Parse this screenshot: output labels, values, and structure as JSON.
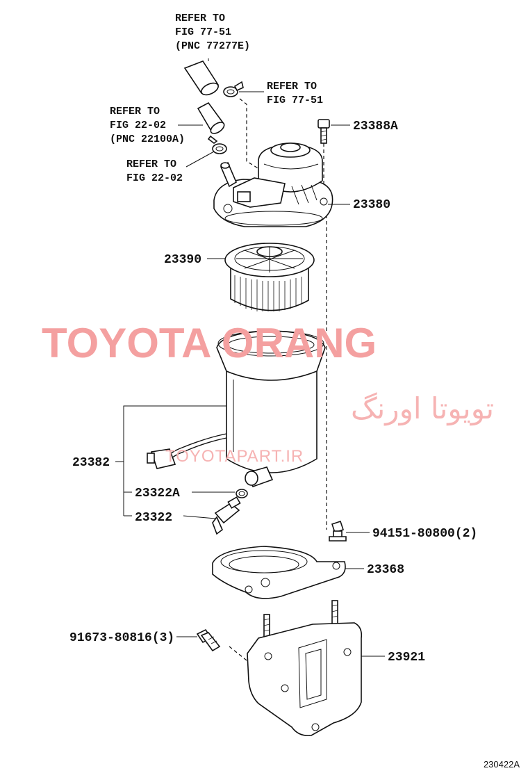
{
  "watermark": {
    "brand": "TOYOTA ORANG",
    "brand_persian": "تویوتا اورنگ",
    "website": "TOYOTAPART.IR"
  },
  "references": {
    "top": [
      "REFER TO",
      "FIG 77-51",
      "(PNC 77277E)"
    ],
    "clamp_right": [
      "REFER TO",
      "FIG 77-51"
    ],
    "hose_left": [
      "REFER TO",
      "FIG 22-02",
      "(PNC 22100A)"
    ],
    "clamp_left": [
      "REFER TO",
      "FIG 22-02"
    ]
  },
  "parts": {
    "p23388A": "23388A",
    "p23380": "23380",
    "p23390": "23390",
    "p23382": "23382",
    "p23322A": "23322A",
    "p23322": "23322",
    "p94151": "94151-80800(2)",
    "p23368": "23368",
    "p91673": "91673-80816(3)",
    "p23921": "23921"
  },
  "figure_id": "230422A"
}
